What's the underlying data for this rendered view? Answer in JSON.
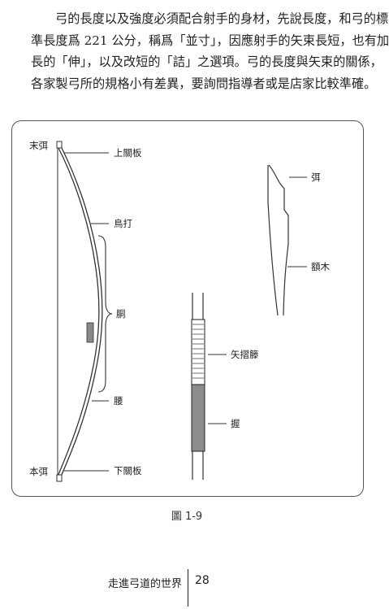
{
  "paragraph": {
    "lines": [
      "弓的長度以及強度必須配合射手的身材，先說長度，和弓的標",
      "準長度爲 221 公分，稱爲「並寸」，因應射手的矢束長短，也有加",
      "長的「伸」，以及改短的「詰」之選項。弓的長度與矢束的關係，",
      "各家製弓所的規格小有差異，要詢問指導者或是店家比較準確。"
    ]
  },
  "figure": {
    "bow_labels": {
      "top_tip": "末弭",
      "upper_joint": "上關板",
      "upper_section": "鳥打",
      "middle_section": "胴",
      "lower_section": "腰",
      "bottom_tip": "本弭",
      "lower_joint": "下關板"
    },
    "tip_labels": {
      "tip": "弭",
      "tip_wood": "額木"
    },
    "grip_labels": {
      "rattan": "矢摺籐",
      "grip": "握"
    },
    "caption": "圖 1-9"
  },
  "footer": {
    "book_title": "走進弓道的世界",
    "page_number": "28"
  }
}
